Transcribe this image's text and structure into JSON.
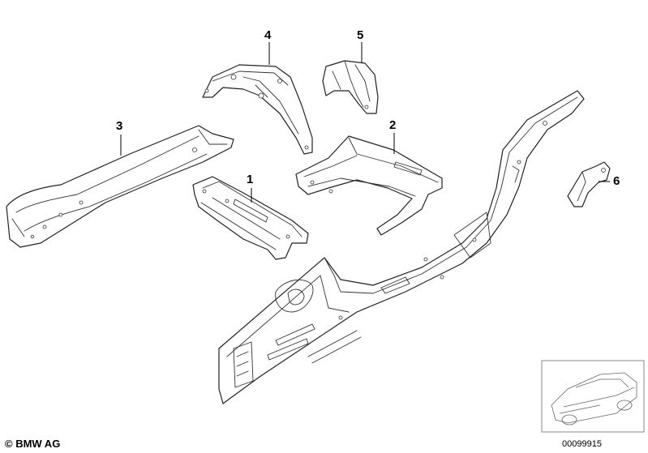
{
  "callouts": [
    {
      "id": "1",
      "label": "1"
    },
    {
      "id": "2",
      "label": "2"
    },
    {
      "id": "3",
      "label": "3"
    },
    {
      "id": "4",
      "label": "4"
    },
    {
      "id": "5",
      "label": "5"
    },
    {
      "id": "6",
      "label": "6"
    }
  ],
  "footer": {
    "copyright": "© BMW AG",
    "diagram_id": "00099915"
  }
}
